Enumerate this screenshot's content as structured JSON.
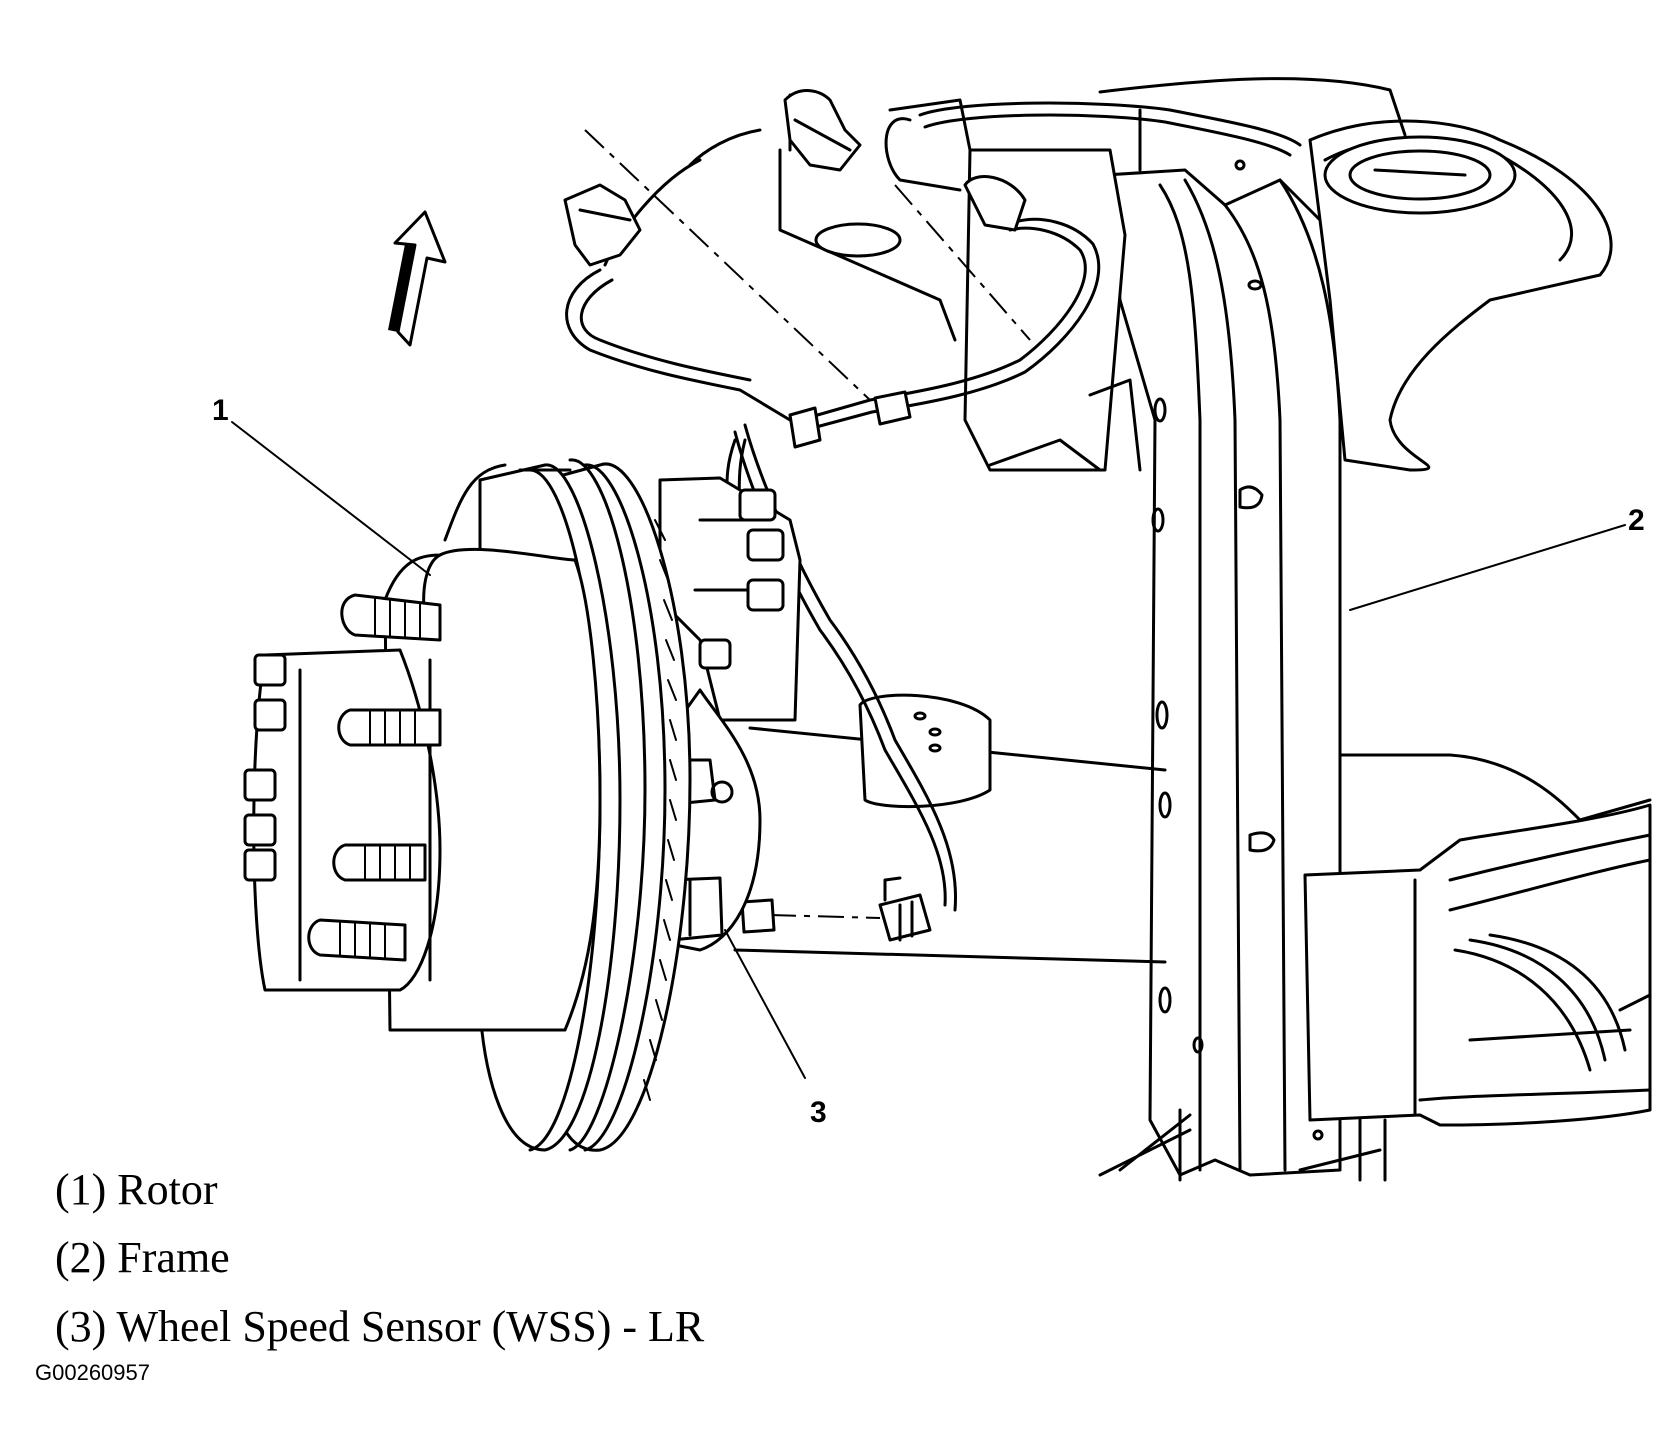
{
  "callouts": {
    "c1": "1",
    "c2": "2",
    "c3": "3"
  },
  "legend": [
    {
      "text": "(1) Rotor"
    },
    {
      "text": "(2) Frame"
    },
    {
      "text": "(3) Wheel Speed Sensor (WSS) - LR"
    }
  ],
  "figure_id": "G00260957",
  "icons": {
    "direction_arrow": "up-arrow-icon"
  },
  "colors": {
    "ink": "#000000",
    "paper": "#ffffff"
  }
}
